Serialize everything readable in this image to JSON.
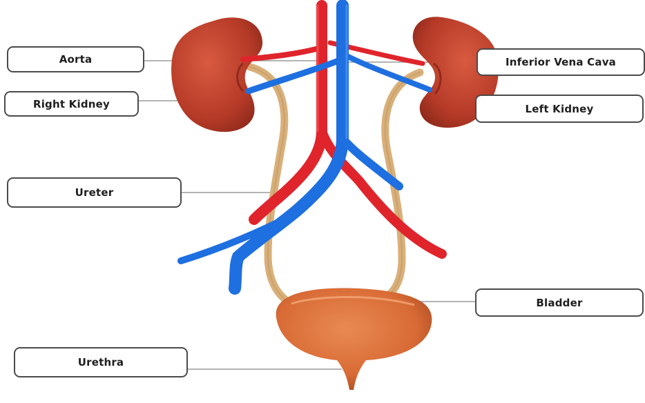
{
  "diagram": {
    "labels": {
      "aorta": "Aorta",
      "right_kidney": "Right Kidney",
      "ureter": "Ureter",
      "urethra": "Urethra",
      "inferior_vena_cava": "Inferior Vena Cava",
      "left_kidney": "Left Kidney",
      "bladder": "Bladder"
    },
    "colors": {
      "kidney": "#c0432d",
      "kidney_shade": "#8f2a1c",
      "aorta": "#e0242c",
      "vena_cava": "#1e6fe0",
      "ureter": "#d9b07a",
      "bladder": "#d86a35",
      "leader_line": "#9a9a9a",
      "label_border": "#4a4a4a"
    }
  }
}
